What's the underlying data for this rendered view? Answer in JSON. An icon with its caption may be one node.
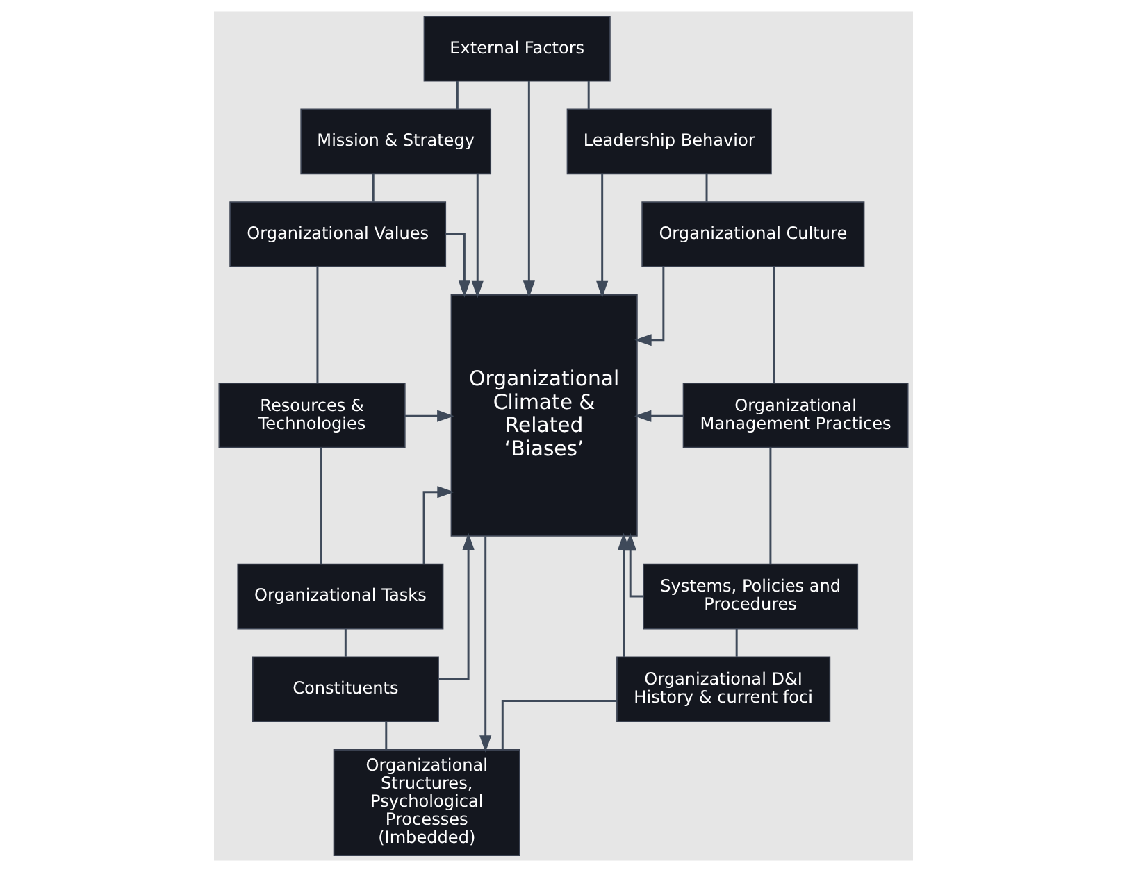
{
  "diagram": {
    "nodes": [
      {
        "text": [
          "External Factors"
        ]
      },
      {
        "text": [
          "Mission & Strategy"
        ]
      },
      {
        "text": [
          "Organizational Values"
        ]
      },
      {
        "text": [
          "Resources & Technologies"
        ]
      },
      {
        "text": [
          "Organizational Tasks"
        ]
      },
      {
        "text": [
          "Constituents"
        ]
      },
      {
        "text": [
          "Organizational Climate & Related ‘Biases’"
        ]
      },
      {
        "text": [
          "Leadership Behavior"
        ]
      },
      {
        "text": [
          "Organizational Culture"
        ]
      },
      {
        "text": [
          "Organizational Management Practices"
        ]
      },
      {
        "text": [
          "Systems, Policies and Procedures"
        ]
      },
      {
        "text": [
          "Organizational D&I History & current foci"
        ]
      },
      {
        "text": [
          "Organizational Structures, Psychological Processes (Imbedded)"
        ]
      }
    ],
    "edges": [
      {
        "from": 0,
        "to": 1,
        "arrow": "none"
      },
      {
        "from": 0,
        "to": 7,
        "arrow": "none"
      },
      {
        "from": 0,
        "to": 6,
        "arrow": "to"
      },
      {
        "from": 1,
        "to": 6,
        "arrow": "to"
      },
      {
        "from": 7,
        "to": 6,
        "arrow": "to"
      },
      {
        "from": 1,
        "to": 2,
        "arrow": "none"
      },
      {
        "from": 2,
        "to": 6,
        "arrow": "to"
      },
      {
        "from": 7,
        "to": 8,
        "arrow": "none"
      },
      {
        "from": 8,
        "to": 6,
        "arrow": "to"
      },
      {
        "from": 2,
        "to": 3,
        "arrow": "none"
      },
      {
        "from": 3,
        "to": 6,
        "arrow": "to"
      },
      {
        "from": 8,
        "to": 9,
        "arrow": "none"
      },
      {
        "from": 9,
        "to": 6,
        "arrow": "to"
      },
      {
        "from": 3,
        "to": 4,
        "arrow": "none"
      },
      {
        "from": 4,
        "to": 6,
        "arrow": "to"
      },
      {
        "from": 9,
        "to": 10,
        "arrow": "none"
      },
      {
        "from": 10,
        "to": 6,
        "arrow": "to"
      },
      {
        "from": 4,
        "to": 5,
        "arrow": "none"
      },
      {
        "from": 5,
        "to": 6,
        "arrow": "to"
      },
      {
        "from": 10,
        "to": 11,
        "arrow": "none"
      },
      {
        "from": 11,
        "to": 6,
        "arrow": "to"
      },
      {
        "from": 6,
        "to": 12,
        "arrow": "to"
      },
      {
        "from": 5,
        "to": 12,
        "arrow": "none"
      },
      {
        "from": 11,
        "to": 12,
        "arrow": "none"
      }
    ]
  }
}
